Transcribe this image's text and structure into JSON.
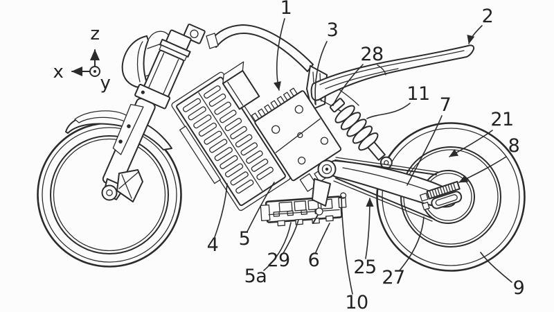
{
  "figure": {
    "kind": "patent line drawing",
    "subject": "electric motorcycle, side elevation",
    "paper_color": "#fcfcfc",
    "ink_color": "#2b2b2b"
  },
  "axes": {
    "z": "z",
    "x": "x",
    "y": "y"
  },
  "labels": [
    {
      "text": "1"
    },
    {
      "text": "2"
    },
    {
      "text": "3"
    },
    {
      "text": "28"
    },
    {
      "text": "11"
    },
    {
      "text": "7"
    },
    {
      "text": "21"
    },
    {
      "text": "8"
    },
    {
      "text": "9"
    },
    {
      "text": "27"
    },
    {
      "text": "25"
    },
    {
      "text": "10"
    },
    {
      "text": "6"
    },
    {
      "text": "29"
    },
    {
      "text": "5a"
    },
    {
      "text": "5"
    },
    {
      "text": "4"
    }
  ]
}
